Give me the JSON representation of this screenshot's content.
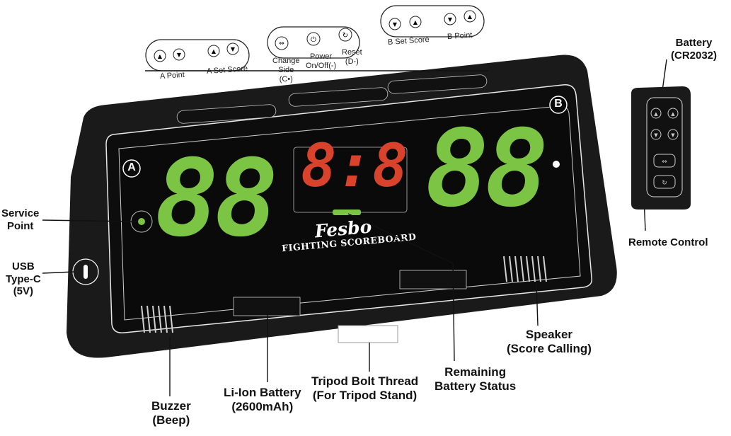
{
  "brand": {
    "logo_text": "Fesbo",
    "product_name": "FIGHTING SCOREBOARD"
  },
  "display": {
    "side_a_badge": "A",
    "side_b_badge": "B",
    "score_a": "88",
    "score_b": "88",
    "timer": "8:8",
    "score_color": "#7cc443",
    "timer_color": "#d9432b",
    "body_color": "#1a1a1a"
  },
  "top_buttons": {
    "a_point": "A Point",
    "a_set_score": "A Set Score",
    "change_side": [
      "Change",
      "Side",
      "(C•)"
    ],
    "power": [
      "Power",
      "On/Off(-)"
    ],
    "reset": [
      "Reset",
      "(D-)"
    ],
    "b_set_score": "B Set Score",
    "b_point": "B Point"
  },
  "callouts": {
    "service_point": [
      "Service",
      "Point"
    ],
    "usb": [
      "USB",
      "Type-C",
      "(5V)"
    ],
    "buzzer": [
      "Buzzer",
      "(Beep)"
    ],
    "battery_li": [
      "Li-Ion Battery",
      "(2600mAh)"
    ],
    "tripod": [
      "Tripod Bolt Thread",
      "(For Tripod Stand)"
    ],
    "remaining_battery": [
      "Remaining",
      "Battery Status"
    ],
    "speaker": [
      "Speaker",
      "(Score Calling)"
    ],
    "remote_battery": [
      "Battery",
      "(CR2032)"
    ],
    "remote_control": "Remote Control"
  }
}
